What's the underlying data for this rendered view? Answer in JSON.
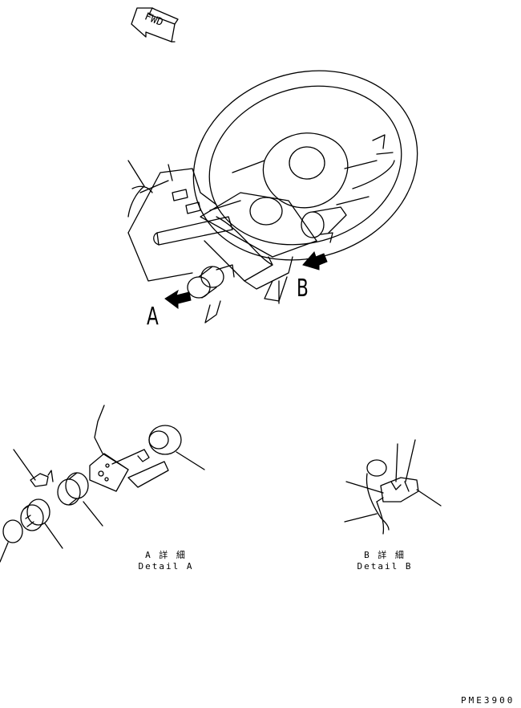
{
  "orientation": {
    "text": "FWD"
  },
  "callouts": {
    "a": "A",
    "b": "B"
  },
  "details": {
    "a": {
      "jp": "A 詳 細",
      "en": "Detail A"
    },
    "b": {
      "jp": "B 詳 細",
      "en": "Detail B"
    }
  },
  "drawing_code": "PME3900"
}
